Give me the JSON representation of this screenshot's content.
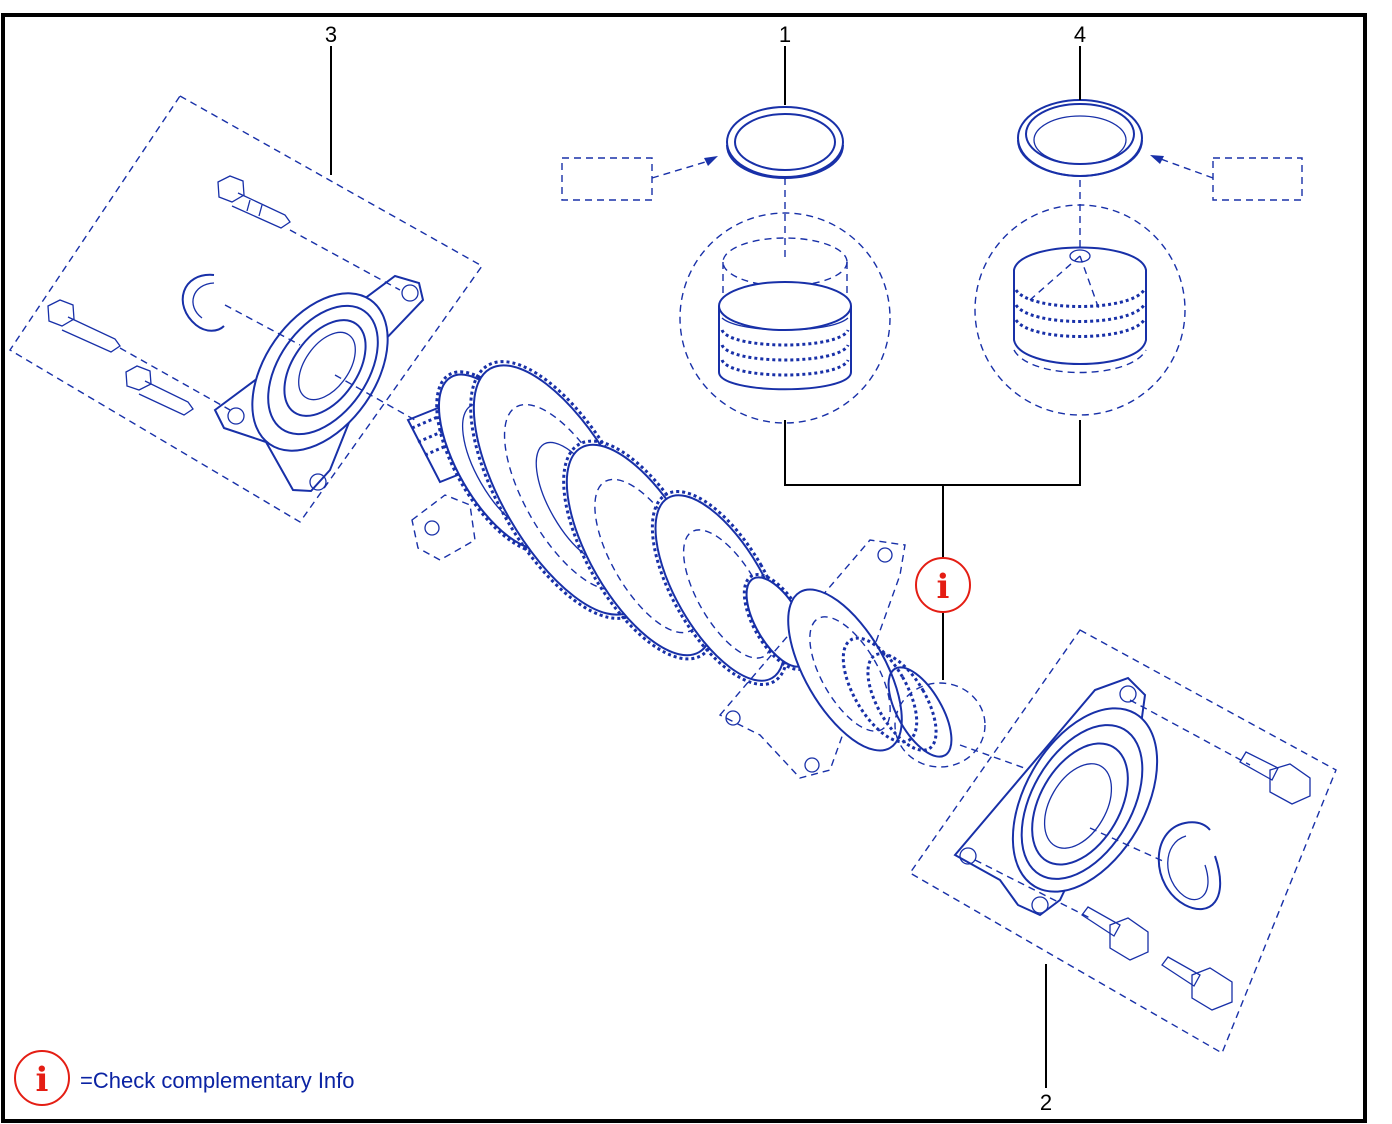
{
  "callouts": {
    "c1": "1",
    "c2": "2",
    "c3": "3",
    "c4": "4"
  },
  "info_marker": {
    "glyph": "i",
    "icon": "info-circle-icon",
    "color": "#e41e14"
  },
  "legend": {
    "glyph": "i",
    "text": "=Check complementary Info"
  },
  "colors": {
    "line_art": "#1830a8",
    "frame": "#000000",
    "info": "#e41e14"
  }
}
